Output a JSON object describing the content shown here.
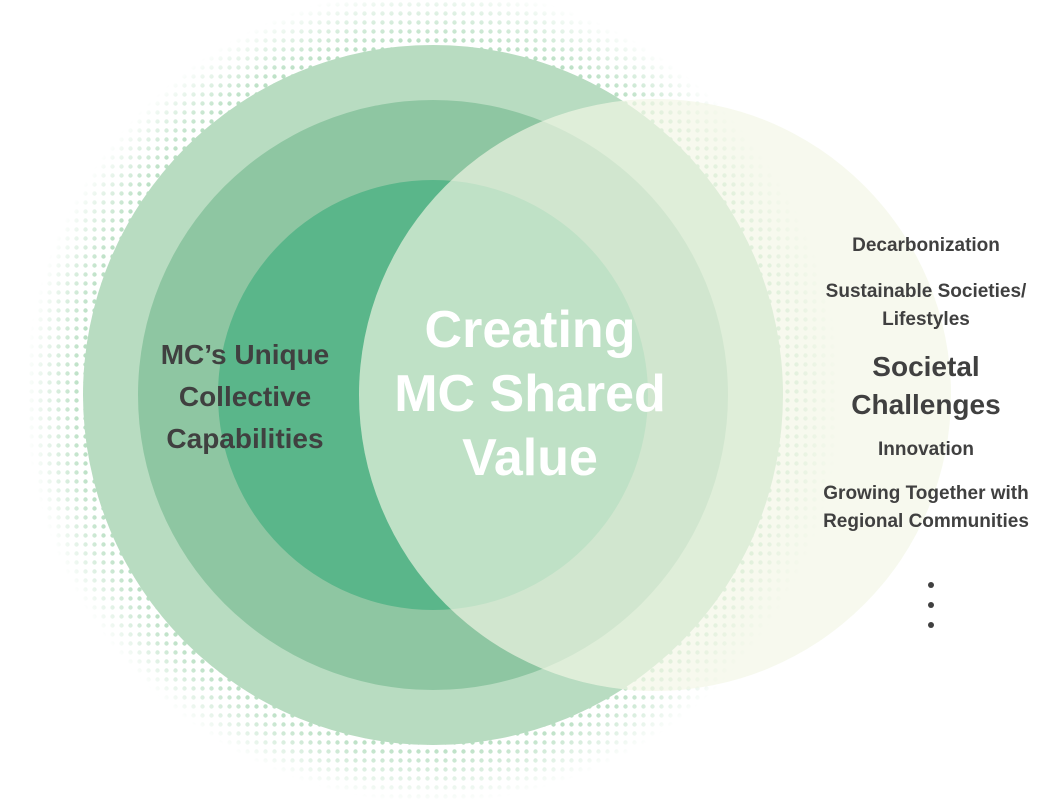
{
  "diagram": {
    "center_title": "Creating\nMC Shared\nValue",
    "left_label": "MC’s Unique\nCollective\nCapabilities",
    "right_heading": "Societal\nChallenges",
    "right_items_top": [
      "Decarbonization",
      "Sustainable Societies/\nLifestyles"
    ],
    "right_items_bottom": [
      "Innovation",
      "Growing Together with\nRegional Communities"
    ],
    "ellipsis_dots": 3
  },
  "colors": {
    "halo_green": "#8fcc9f",
    "outer_ring": "#b8dcc1",
    "middle_ring": "#8ec6a2",
    "inner_core": "#5ab68a",
    "societal_circle": "#f0f5e0",
    "overlap_tint": "#ffffff",
    "text_dark": "#404040",
    "text_light": "#ffffff"
  }
}
